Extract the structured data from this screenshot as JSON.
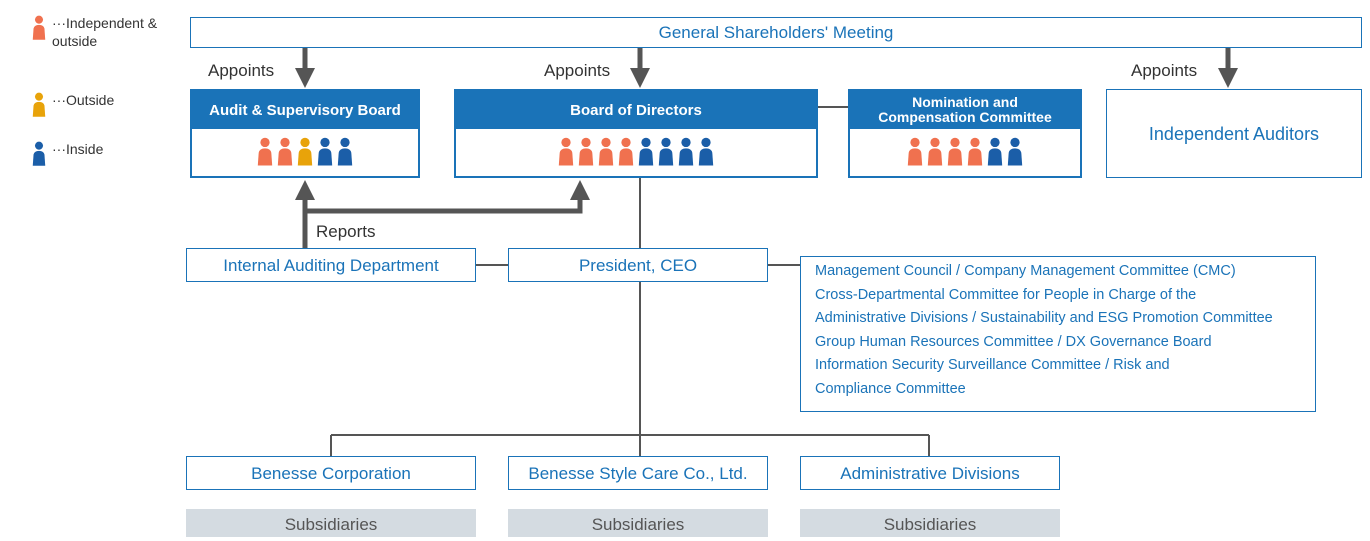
{
  "legend": [
    {
      "key": "independent",
      "label": "Independent &\noutside",
      "color": "#f0714f"
    },
    {
      "key": "outside",
      "label": "Outside",
      "color": "#e8a30a"
    },
    {
      "key": "inside",
      "label": "Inside",
      "color": "#1b5ea8"
    }
  ],
  "legend_prefix": "···",
  "nodes": {
    "shareholders": "General Shareholders' Meeting",
    "audit_board": "Audit & Supervisory Board",
    "board_directors": "Board of Directors",
    "nomination_line1": "Nomination and",
    "nomination_line2": "Compensation Committee",
    "independent_auditors": "Independent Auditors",
    "internal_audit": "Internal Auditing Department",
    "president": "President, CEO",
    "benesse_corp": "Benesse Corporation",
    "benesse_style": "Benesse Style Care Co., Ltd.",
    "admin_divisions": "Administrative Divisions",
    "subsidiaries": "Subsidiaries"
  },
  "composition": {
    "audit_board": {
      "independent": 2,
      "outside": 1,
      "inside": 2
    },
    "board_directors": {
      "independent": 4,
      "outside": 0,
      "inside": 4
    },
    "nomination": {
      "independent": 4,
      "outside": 0,
      "inside": 2
    }
  },
  "relations": {
    "appoints": "Appoints",
    "reports": "Reports"
  },
  "committees": [
    "Management Council / Company Management Committee (CMC)",
    "Cross-Departmental Committee for People in Charge of the",
    "Administrative Divisions / Sustainability and ESG Promotion Committee",
    "Group Human Resources Committee / DX Governance Board",
    "Information Security Surveillance Committee / Risk and",
    "Compliance Committee"
  ],
  "colors": {
    "accent": "#1a73b8",
    "connector": "#555555",
    "subsidiary_bg": "#d4dbe1"
  }
}
